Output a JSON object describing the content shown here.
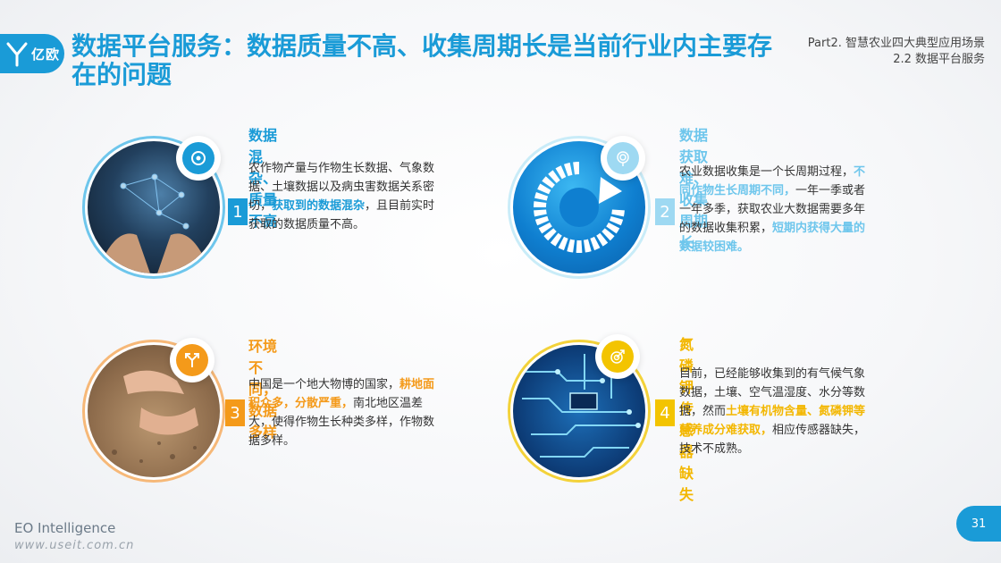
{
  "header": {
    "logo_text": "亿欧",
    "title": "数据平台服务：数据质量不高、收集周期长是当前行业内主要存在的问题",
    "breadcrumb_line1": "Part2. 智慧农业四大典型应用场景",
    "breadcrumb_line2": "2.2 数据平台服务"
  },
  "cards": [
    {
      "number": "1",
      "title": "数据混杂、质量不高",
      "body_pre": "农作物产量与作物生长数据、气象数据、土壤数据以及病虫害数据关系密切，",
      "body_hl": "获取到的数据混杂",
      "body_post": "，且目前实时获取的数据质量不高。"
    },
    {
      "number": "2",
      "title": "数据获取难、收集周期长",
      "body_pre": "农业数据收集是一个长周期过程，",
      "body_hl": "不同作物生长周期不同，",
      "body_mid": "一年一季或者一年多季，获取农业大数据需要多年的数据收集积累，",
      "body_hl2": "短期内获得大量的数据较困难。"
    },
    {
      "number": "3",
      "title": "环境不同，数据多样",
      "body_pre": "中国是一个地大物博的国家，",
      "body_hl": "耕地面积众多，分散严重，",
      "body_post": "南北地区温差大，使得作物生长种类多样，作物数据多样。"
    },
    {
      "number": "4",
      "title": "氮磷钾传感器缺失",
      "body_pre": "目前，已经能够收集到的有气候气象数据，土壤、空气温湿度、水分等数据，然而",
      "body_hl": "土壤有机物含量、氮磷钾等营养成分难获取，",
      "body_post": "相应传感器缺失，技术不成熟。"
    }
  ],
  "footer": {
    "brand": "EO Intelligence",
    "watermark": "www.useit.com.cn",
    "page_number": "31"
  },
  "colors": {
    "blue": "#1a9bd7",
    "light_blue": "#6ec6ec",
    "orange": "#f49a1a",
    "yellow": "#f3b700"
  }
}
